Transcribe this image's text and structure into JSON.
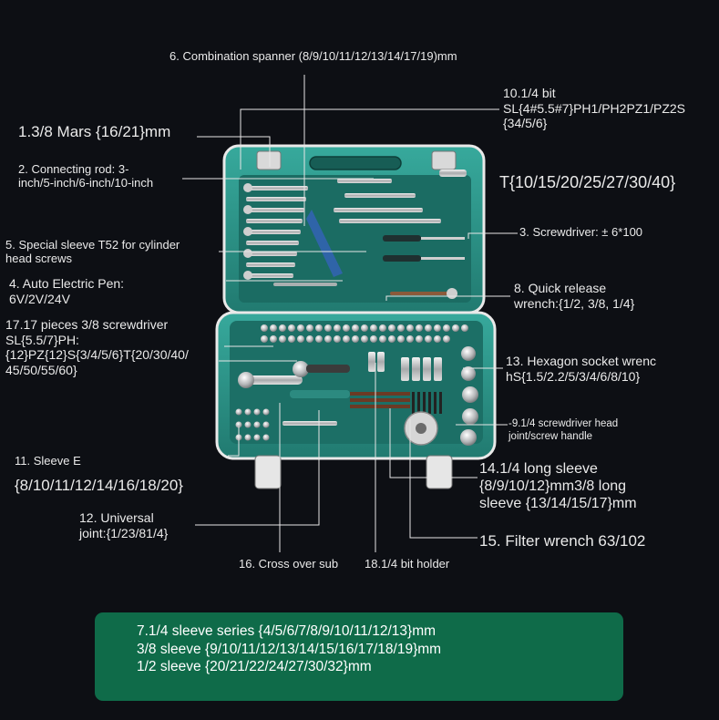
{
  "labels": {
    "l6": "6. Combination spanner (8/9/10/11/12/13/14/17/19)mm",
    "l10": "10.1/4 bit\nSL{4#5.5#7}PH1/PH2PZ1/PZ2S\n{34/5/6}",
    "l1": "1.3/8 Mars {16/21}mm",
    "l2": "2. Connecting rod: 3-\ninch/5-inch/6-inch/10-inch",
    "lT": "T{10/15/20/25/27/30/40}",
    "l3": "3. Screwdriver: ± 6*100",
    "l5": "5. Special sleeve T52 for cylinder\nhead screws",
    "l4": "4. Auto Electric Pen:\n6V/2V/24V",
    "l8": "8. Quick release\nwrench:{1/2, 3/8, 1/4}",
    "l17": "17.17 pieces 3/8 screwdriver\nSL{5.5/7}PH:\n{12}PZ{12}S{3/4/5/6}T{20/30/40/\n45/50/55/60}",
    "l13": "13. Hexagon socket wrenc\nhS{1.5/2.2/5/3/4/6/8/10}",
    "l9": "-9.1/4 screwdriver head\njoint/screw handle",
    "l11": "11. Sleeve E",
    "l11v": "{8/10/11/12/14/16/18/20}",
    "l14": "14.1/4 long sleeve\n{8/9/10/12}mm3/8 long\nsleeve {13/14/15/17}mm",
    "l12": "12. Universal\njoint:{1/23/81/4}",
    "l15": "15. Filter wrench 63/102",
    "l16": "16. Cross over sub",
    "l18": "18.1/4 bit holder"
  },
  "summary": {
    "line1": "7.1/4 sleeve series {4/5/6/7/8/9/10/11/12/13}mm",
    "line2": "3/8 sleeve {9/10/11/12/13/14/15/16/17/18/19}mm",
    "line3": "1/2 sleeve {20/21/22/24/27/30/32}mm"
  },
  "colors": {
    "background": "#0d0f14",
    "case_green": "#2f9a8e",
    "case_dark": "#0f3c38",
    "summary_box": "#0f6b49",
    "leader_line": "#e6e6e6"
  }
}
